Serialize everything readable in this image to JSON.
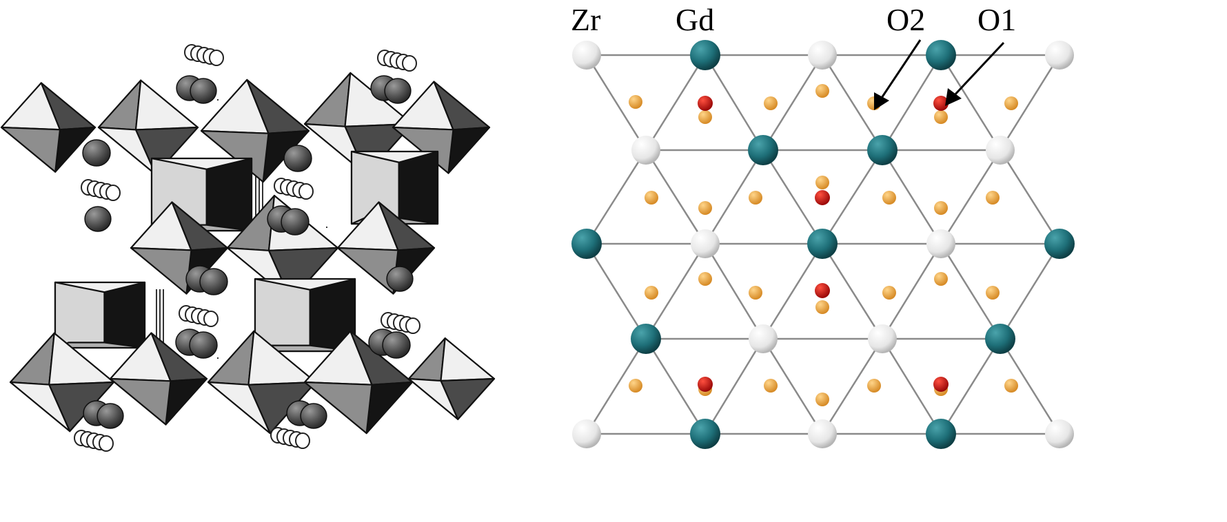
{
  "figure": {
    "left_panel": {
      "style": "polyhedral model, grayscale"
    },
    "right_panel": {
      "labels": {
        "zr": "Zr",
        "gd": "Gd",
        "o2": "O2",
        "o1": "O1"
      },
      "colors": {
        "zr_atom": "#e6e6e6",
        "gd_atom": "#1e6f78",
        "o1_atom": "#c0100f",
        "o2_atom": "#e8a33c",
        "bond_line": "#8a8a8a"
      }
    }
  }
}
